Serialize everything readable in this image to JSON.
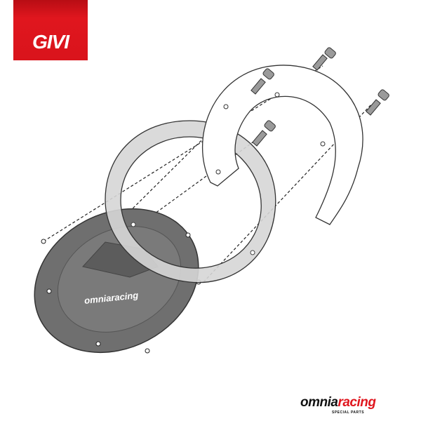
{
  "brand_logo": {
    "text": "GIVI",
    "color": "#e0161e"
  },
  "plate_logo": {
    "text": "omniaracing"
  },
  "watermark": {
    "word1": "omnia",
    "word2": "racing",
    "tagline": "SPECIAL PARTS",
    "accent": "#e0161e"
  },
  "colors": {
    "plate": "#6f6f6f",
    "ring": "#d6d6d6",
    "outline": "#333333"
  }
}
